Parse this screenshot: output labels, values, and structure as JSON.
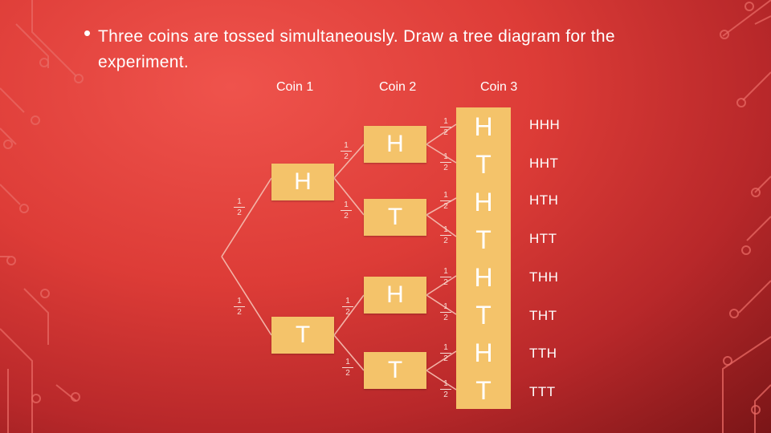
{
  "slide": {
    "bullet": "•",
    "title": "Three coins are tossed simultaneously. Draw a tree diagram for the experiment."
  },
  "columns": [
    "Coin 1",
    "Coin 2",
    "Coin 3"
  ],
  "probability": {
    "numerator": "1",
    "denominator": "2"
  },
  "coin1": [
    "H",
    "T"
  ],
  "coin2": [
    "H",
    "T",
    "H",
    "T"
  ],
  "coin3": [
    "H",
    "T",
    "H",
    "T",
    "H",
    "T",
    "H",
    "T"
  ],
  "outcomes": [
    "HHH",
    "HHT",
    "HTH",
    "HTT",
    "THH",
    "THT",
    "TTH",
    "TTT"
  ],
  "colors": {
    "box": "#f4c36a",
    "background": "#dd3c37"
  }
}
